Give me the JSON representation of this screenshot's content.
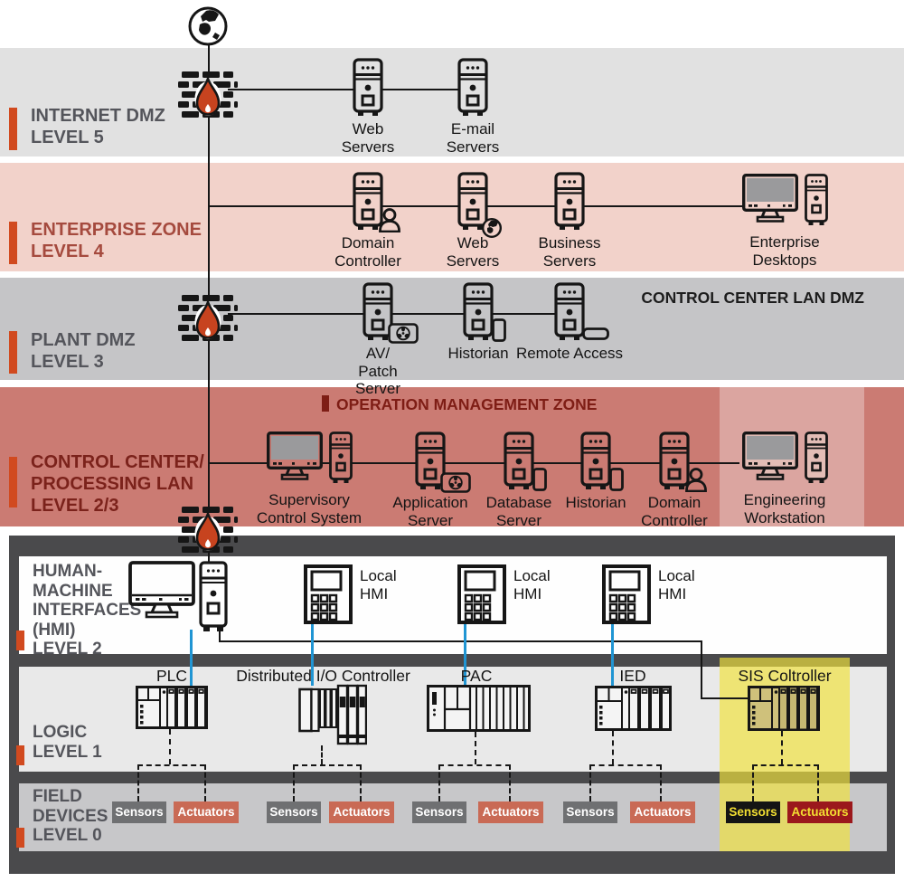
{
  "colors": {
    "accent": "#d14a1f",
    "flame": "#c7431f",
    "blue": "#2095d3",
    "band_l5": "#e1e1e1",
    "band_l4": "#f2d2ca",
    "band_l3": "#c5c5c7",
    "band_l23": "#cb7b73",
    "container": "#4a4a4c",
    "band_hmi": "#fefefe",
    "band_logic": "#e9e9e9",
    "band_field": "#c7c7c9",
    "highlight_yellow": "#f0e13c",
    "sensors_chip": "#6f7072",
    "actuators_chip": "#c96a55",
    "sis_sensors_bg": "#141414",
    "sis_actuators_bg": "#9b181c",
    "sis_chip_text": "#f3df32",
    "zone_gray_text": "#54555b",
    "zone_l4_text": "#a54a3e",
    "zone_l23_text": "#7b221b",
    "omz_text": "#7e1d15"
  },
  "zones": {
    "l5": {
      "name": "INTERNET DMZ\nLEVEL 5",
      "devices": [
        {
          "label": "Web\nServers"
        },
        {
          "label": "E-mail\nServers"
        }
      ]
    },
    "l4": {
      "name": "ENTERPRISE ZONE\nLEVEL 4",
      "devices": [
        {
          "label": "Domain\nController"
        },
        {
          "label": "Web\nServers"
        },
        {
          "label": "Business\nServers"
        },
        {
          "label": "Enterprise\nDesktops"
        }
      ]
    },
    "l3": {
      "name": "PLANT DMZ\nLEVEL 3",
      "header": "CONTROL CENTER LAN DMZ",
      "devices": [
        {
          "label": "AV/\nPatch Server"
        },
        {
          "label": "Historian"
        },
        {
          "label": "Remote Access"
        }
      ]
    },
    "l23": {
      "name": "CONTROL CENTER/\nPROCESSING LAN\nLEVEL 2/3",
      "header": "OPERATION MANAGEMENT ZONE",
      "devices": [
        {
          "label": "Supervisory\nControl System"
        },
        {
          "label": "Application\nServer"
        },
        {
          "label": "Database\nServer"
        },
        {
          "label": "Historian"
        },
        {
          "label": "Domain\nController"
        },
        {
          "label": "Engineering\nWorkstation"
        }
      ]
    },
    "l2": {
      "name": "HUMAN-\nMACHINE\nINTERFACES\n(HMI)\nLEVEL 2",
      "devices": [
        {
          "label": "Local\nHMI"
        },
        {
          "label": "Local\nHMI"
        },
        {
          "label": "Local\nHMI"
        }
      ]
    },
    "l1": {
      "name": "LOGIC\nLEVEL 1",
      "devices": [
        {
          "label": "PLC"
        },
        {
          "label": "Distributed I/O Controller"
        },
        {
          "label": "PAC"
        },
        {
          "label": "IED"
        },
        {
          "label": "SIS Coltroller"
        }
      ]
    },
    "l0": {
      "name": "FIELD\nDEVICES\nLEVEL 0",
      "pairs": [
        {
          "sensors": "Sensors",
          "actuators": "Actuators"
        },
        {
          "sensors": "Sensors",
          "actuators": "Actuators"
        },
        {
          "sensors": "Sensors",
          "actuators": "Actuators"
        },
        {
          "sensors": "Sensors",
          "actuators": "Actuators"
        },
        {
          "sensors": "Sensors",
          "actuators": "Actuators"
        }
      ]
    }
  }
}
